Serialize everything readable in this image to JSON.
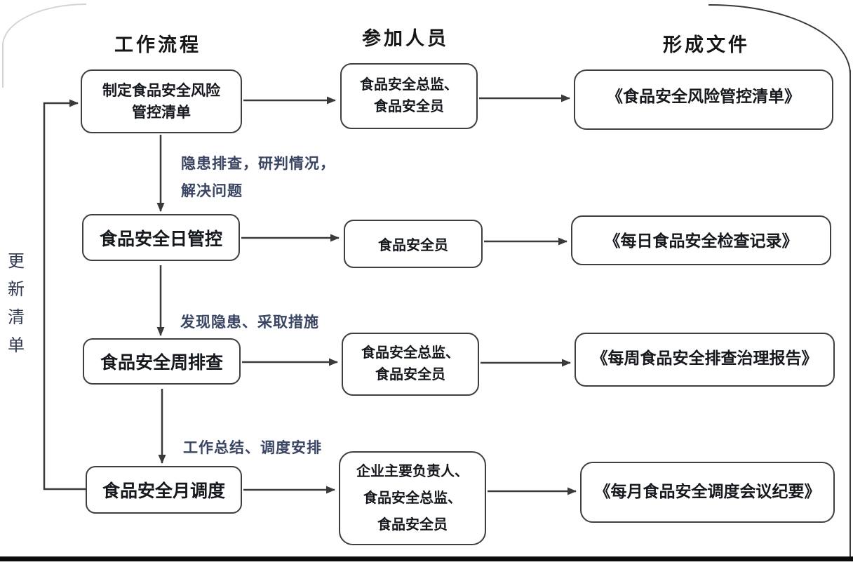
{
  "columns": [
    {
      "key": "process",
      "label": "工作流程"
    },
    {
      "key": "participants",
      "label": "参加人员"
    },
    {
      "key": "documents",
      "label": "形成文件"
    }
  ],
  "update_note": {
    "vertical_text": "更新清单",
    "chars": [
      "更",
      "新",
      "清",
      "单"
    ]
  },
  "steps": [
    {
      "process_lines": [
        "制定食品安全风险",
        "管控清单"
      ],
      "participants_lines": [
        "食品安全总监、",
        "食品安全员"
      ],
      "document": "《食品安全风险管控清单》"
    },
    {
      "transition_lines": [
        "隐患排查，研判情况，",
        "解决问题"
      ],
      "process_lines": [
        "食品安全日管控"
      ],
      "participants_lines": [
        "食品安全员"
      ],
      "document": "《每日食品安全检查记录》"
    },
    {
      "transition_lines": [
        "发现隐患、采取措施"
      ],
      "process_lines": [
        "食品安全周排查"
      ],
      "participants_lines": [
        "食品安全总监、",
        "食品安全员"
      ],
      "document": "《每周食品安全排查治理报告》"
    },
    {
      "transition_lines": [
        "工作总结、调度安排"
      ],
      "process_lines": [
        "食品安全月调度"
      ],
      "participants_lines": [
        "企业主要负责人、",
        "食品安全总监、",
        "食品安全员"
      ],
      "document": "《每月食品安全调度会议纪要》"
    }
  ],
  "colors": {
    "connector": "#3a3a3a",
    "box_border": "#3f3f3f",
    "box_text": "#15181d",
    "label_text": "#3a4563",
    "bottom_rule": "#0b0b0b",
    "page_background": "#ffffff"
  }
}
